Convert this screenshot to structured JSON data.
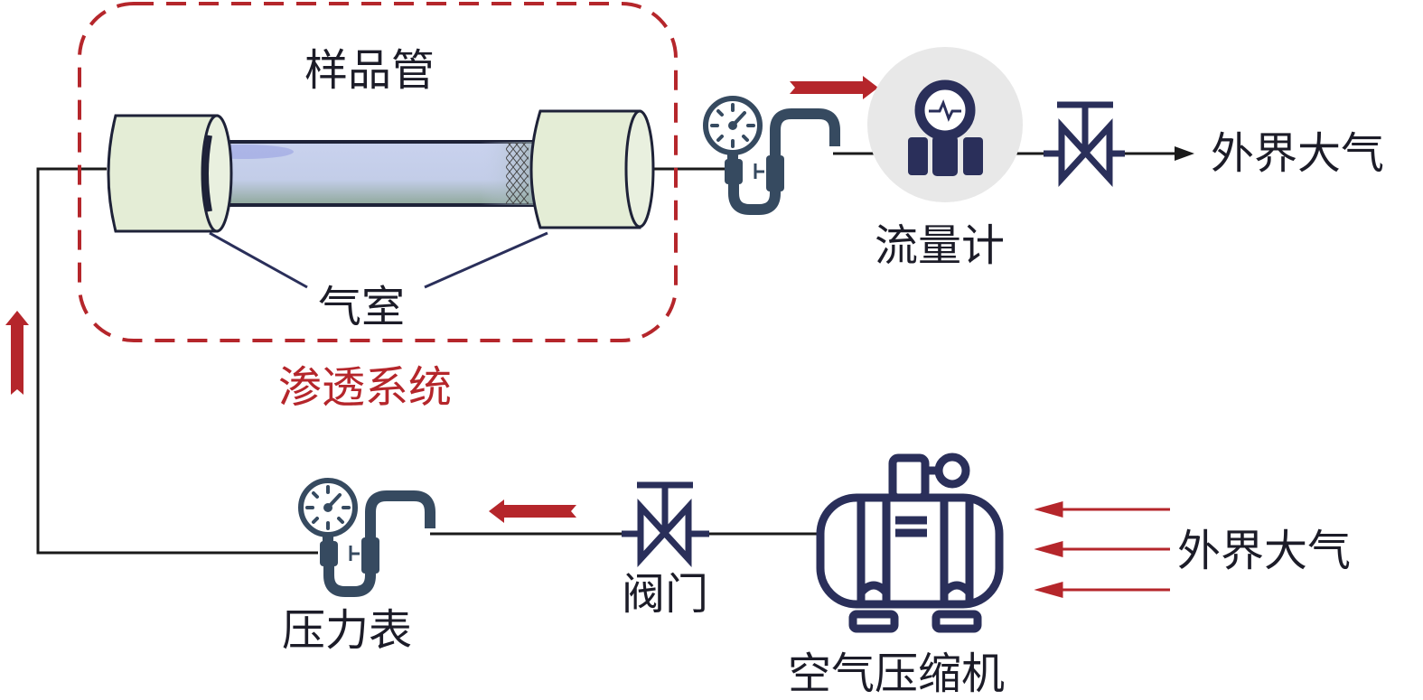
{
  "labels": {
    "sample_tube": "样品管",
    "gas_chamber": "气室",
    "permeation_system": "渗透系统",
    "flow_meter": "流量计",
    "atmosphere_out": "外界大气",
    "pressure_gauge": "压力表",
    "valve": "阀门",
    "air_compressor": "空气压缩机",
    "atmosphere_in": "外界大气"
  },
  "colors": {
    "accent_red": "#b5262b",
    "icon_navy": "#2a2f5a",
    "gauge_slate": "#364a60",
    "chamber_fill": "#e4edd6",
    "tube_fill": "#c5cfea",
    "flowmeter_bg": "#e8e8e8",
    "line": "#1a1a1a"
  }
}
